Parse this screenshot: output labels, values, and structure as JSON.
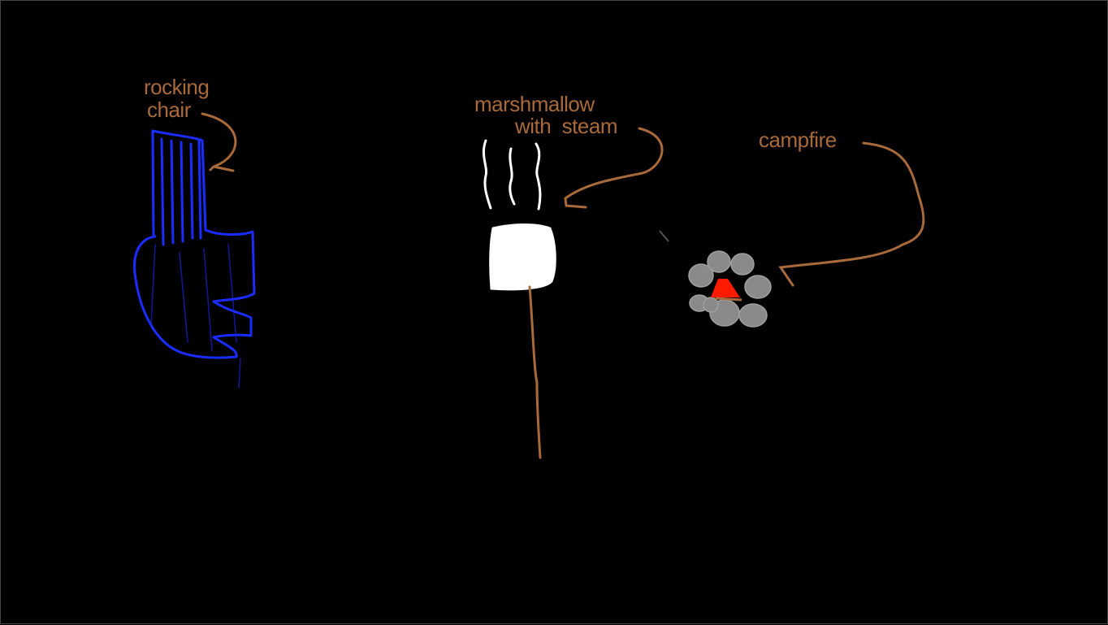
{
  "labels": {
    "rocking_chair_line1": "rocking",
    "rocking_chair_line2": "chair",
    "marshmallow_line1": "marshmallow",
    "marshmallow_line2": "with  steam",
    "campfire": "campfire"
  },
  "colors": {
    "background": "#000000",
    "label": "#a86a3a",
    "chair": "#1a2cff",
    "steam": "#ffffff",
    "marshmallow": "#ffffff",
    "stick": "#a86a3a",
    "rock": "#8a8a8a",
    "flame": "#ff1a00"
  }
}
